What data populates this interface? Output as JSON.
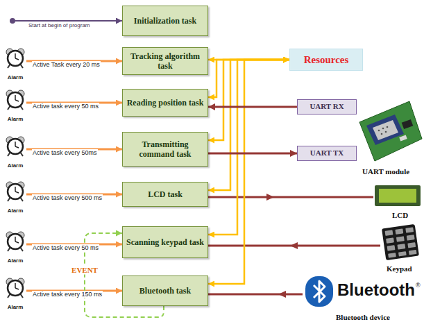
{
  "diagram": {
    "nodes": [
      {
        "text": [
          "Initialization task"
        ]
      },
      {
        "text": [
          "Tracking algorithm task"
        ]
      },
      {
        "text": [
          "Resources"
        ]
      },
      {
        "text": [
          "Reading position task"
        ]
      },
      {
        "text": [
          "UART RX"
        ]
      },
      {
        "text": [
          "Transmitting command task"
        ]
      },
      {
        "text": [
          "UART TX"
        ]
      },
      {
        "text": [
          "LCD task"
        ]
      },
      {
        "text": [
          "Scanning keypad task"
        ]
      },
      {
        "text": [
          "Bluetooth task"
        ]
      }
    ],
    "edges": [
      {
        "from": 1,
        "to": 2,
        "arrow": "both"
      },
      {
        "from": 2,
        "to": 3,
        "arrow": "both"
      },
      {
        "from": 2,
        "to": 5,
        "arrow": "both"
      },
      {
        "from": 2,
        "to": 7,
        "arrow": "both"
      },
      {
        "from": 2,
        "to": 8,
        "arrow": "both"
      },
      {
        "from": 2,
        "to": 9,
        "arrow": "both"
      },
      {
        "from": 4,
        "to": 3,
        "arrow": "to"
      },
      {
        "from": 5,
        "to": 6,
        "arrow": "to"
      },
      {
        "from": 9,
        "to": 8,
        "arrow": "to",
        "label": "EVENT"
      }
    ],
    "labels": [
      "Start at begin of program",
      "Alarm",
      "Active Task every 20 ms",
      "Alarm",
      "Active task every 50 ms",
      "Alarm",
      "Active task every 50ms",
      "Alarm",
      "Active task every 500 ms",
      "Alarm",
      "Active task every 50 ms",
      "Alarm",
      "Active task every 150 ms",
      "UART module",
      "LCD",
      "Keypad",
      "Bluetooth",
      "®",
      "Bluetooth device"
    ]
  }
}
